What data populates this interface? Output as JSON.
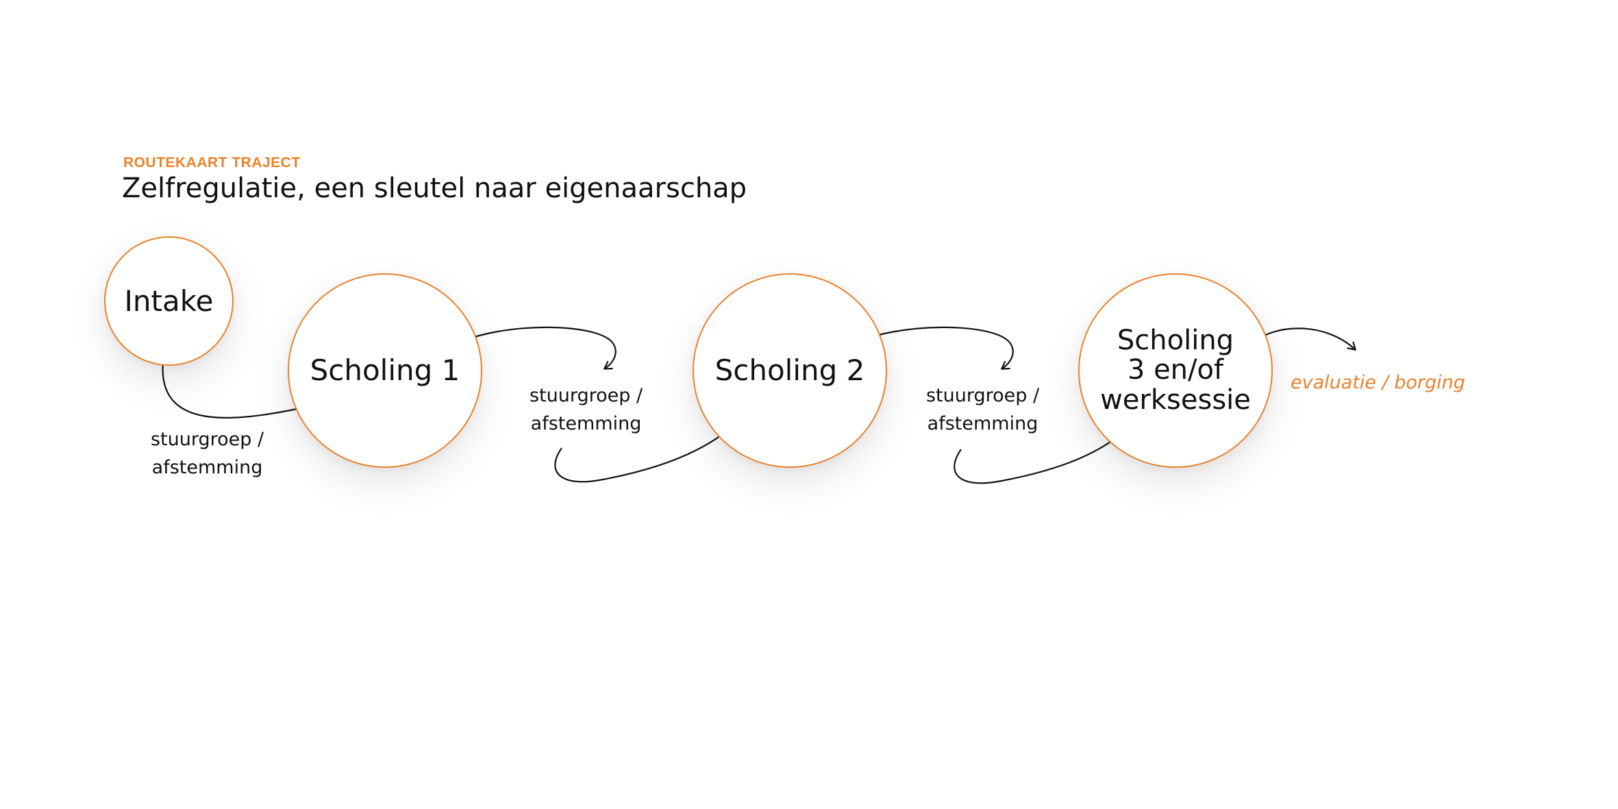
{
  "header": {
    "eyebrow": "ROUTEKAART TRAJECT",
    "title": "Zelfregulatie, een sleutel naar eigenaarschap"
  },
  "steps": [
    {
      "label": "Intake"
    },
    {
      "label": "Scholing 1"
    },
    {
      "label": "Scholing 2"
    },
    {
      "label": "Scholing\n3 en/of\nwerksessie"
    }
  ],
  "connectors": [
    {
      "label": "stuurgroep /\nafstemming"
    },
    {
      "label": "stuurgroep /\nafstemming"
    },
    {
      "label": "stuurgroep /\nafstemming"
    }
  ],
  "final": {
    "label": "evaluatie / borging"
  },
  "colors": {
    "accent": "#e8822c",
    "text": "#111111",
    "arrow": "#111111"
  }
}
